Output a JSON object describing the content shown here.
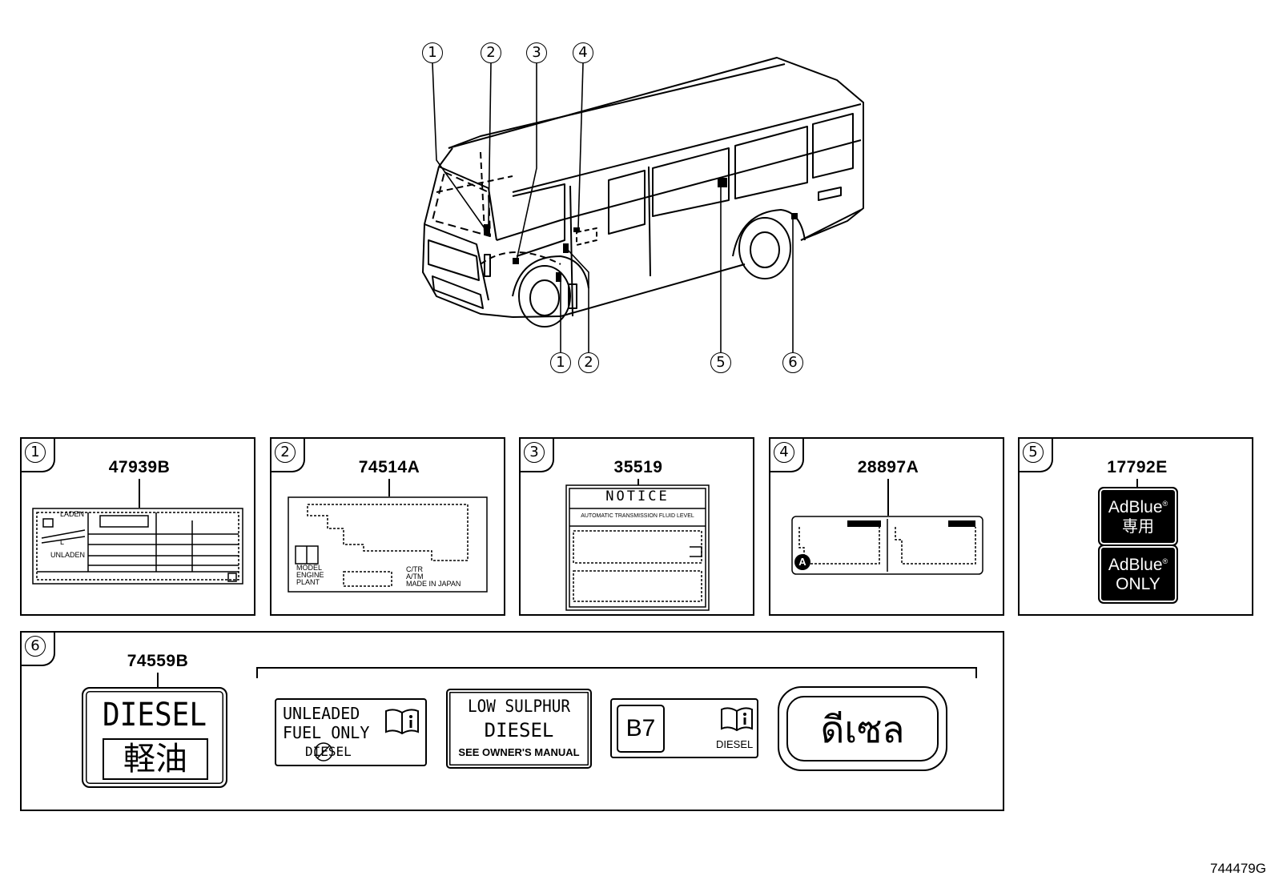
{
  "vehicle_callouts": [
    "1",
    "2",
    "3",
    "4",
    "1",
    "2",
    "5",
    "6"
  ],
  "panels": [
    {
      "num": "1",
      "part": "47939B",
      "label": {
        "laden": "LADEN",
        "unladen": "UNLADEN",
        "l": "L"
      }
    },
    {
      "num": "2",
      "part": "74514A",
      "label": {
        "model": "MODEL",
        "engine": "ENGINE",
        "plant": "PLANT",
        "ctr": "C/TR",
        "atm": "A/TM",
        "made_in": "MADE IN JAPAN"
      }
    },
    {
      "num": "3",
      "part": "35519",
      "label": {
        "heading": "NOTICE",
        "subheading": "AUTOMATIC TRANSMISSION FLUID LEVEL"
      }
    },
    {
      "num": "4",
      "part": "28897A",
      "label": {
        "marker": "A"
      }
    },
    {
      "num": "5",
      "part": "17792E",
      "label": {
        "top_brand": "AdBlue",
        "top_sub": "専用",
        "bottom_brand": "AdBlue",
        "bottom_sub": "ONLY",
        "reg": "®"
      }
    },
    {
      "num": "6",
      "part": "74559B",
      "variants": {
        "diesel_jp": {
          "line1": "DIESEL",
          "line2": "軽油"
        },
        "unleaded": {
          "line1": "UNLEADED",
          "line2": "FUEL ONLY",
          "line3": "DIESEL"
        },
        "low_sulphur": {
          "line1": "LOW SULPHUR",
          "line2": "DIESEL",
          "line3": "SEE OWNER'S MANUAL"
        },
        "b7": {
          "code": "B7",
          "word": "DIESEL"
        },
        "thai": {
          "text": "ดีเซล"
        }
      }
    }
  ],
  "figure_code": "744479G"
}
